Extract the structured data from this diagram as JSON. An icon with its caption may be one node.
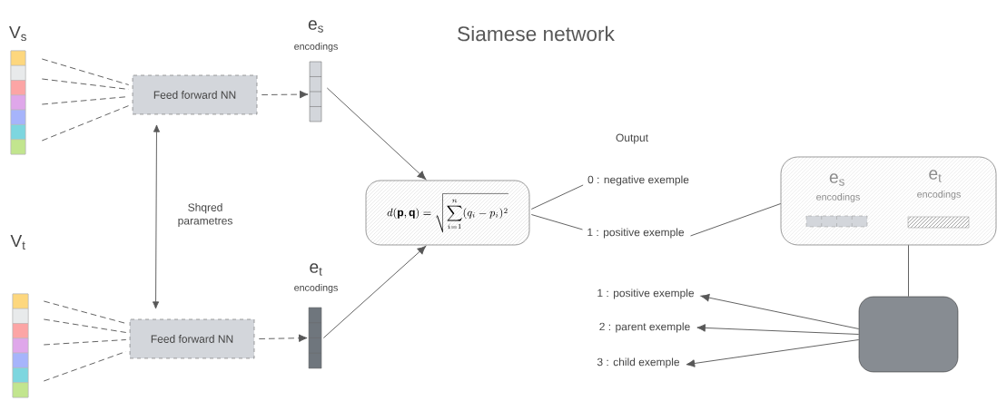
{
  "diagram": {
    "title": "Siamese network",
    "nodes": [
      {
        "text": [],
        "shape": "bar",
        "beside": [
          "V$_{s}$"
        ]
      },
      {
        "text": [
          "Feed forward NN"
        ]
      },
      {
        "text": [],
        "shape": "bar",
        "beside": [
          "e$_{s}$",
          "encodings"
        ]
      },
      {
        "text": [],
        "shape": "bar",
        "beside": [
          "V$_{t}$"
        ]
      },
      {
        "text": [
          "Feed forward NN"
        ]
      },
      {
        "text": [],
        "shape": "bar",
        "beside": [
          "e$_{t}$",
          "encodings"
        ]
      },
      {
        "text": [
          "d(\\mathbf{p},\\mathbf{q}) = \\sqrt{\\sum_{i=1}^{n}(q_i-p_i)^2}"
        ]
      },
      {
        "text": [
          "0 : negative exemple"
        ]
      },
      {
        "text": [
          "1 : positive exemple"
        ]
      },
      {
        "text": [
          "e$_{s}$",
          "encodings",
          "e$_{t}$",
          "encodings"
        ]
      },
      {
        "text": [],
        "shape": "box"
      },
      {
        "text": [
          "1 : positive exemple"
        ]
      },
      {
        "text": [
          "2 : parent exemple"
        ]
      },
      {
        "text": [
          "3 : child exemple"
        ]
      }
    ],
    "edges": [
      {
        "from": 0,
        "to": 1,
        "arrow": "none",
        "style": "dashed"
      },
      {
        "from": 0,
        "to": 1,
        "arrow": "none",
        "style": "dashed"
      },
      {
        "from": 0,
        "to": 1,
        "arrow": "none",
        "style": "dashed"
      },
      {
        "from": 0,
        "to": 1,
        "arrow": "none",
        "style": "dashed"
      },
      {
        "from": 1,
        "to": 2,
        "arrow": "to",
        "style": "dashed"
      },
      {
        "from": 3,
        "to": 4,
        "arrow": "none",
        "style": "dashed"
      },
      {
        "from": 3,
        "to": 4,
        "arrow": "none",
        "style": "dashed"
      },
      {
        "from": 3,
        "to": 4,
        "arrow": "none",
        "style": "dashed"
      },
      {
        "from": 3,
        "to": 4,
        "arrow": "none",
        "style": "dashed"
      },
      {
        "from": 4,
        "to": 5,
        "arrow": "to",
        "style": "dashed"
      },
      {
        "from": 1,
        "to": 4,
        "arrow": "both",
        "label": "Shqred parametres"
      },
      {
        "from": 2,
        "to": 6,
        "arrow": "to"
      },
      {
        "from": 5,
        "to": 6,
        "arrow": "to"
      },
      {
        "from": 6,
        "to": 7,
        "arrow": "none"
      },
      {
        "from": 6,
        "to": 8,
        "arrow": "none"
      },
      {
        "from": 8,
        "to": 9,
        "arrow": "none"
      },
      {
        "from": 9,
        "to": 10,
        "arrow": "none"
      },
      {
        "from": 10,
        "to": 11,
        "arrow": "to"
      },
      {
        "from": 10,
        "to": 12,
        "arrow": "to"
      },
      {
        "from": 10,
        "to": 13,
        "arrow": "to"
      }
    ],
    "labels": [
      "Output"
    ]
  }
}
